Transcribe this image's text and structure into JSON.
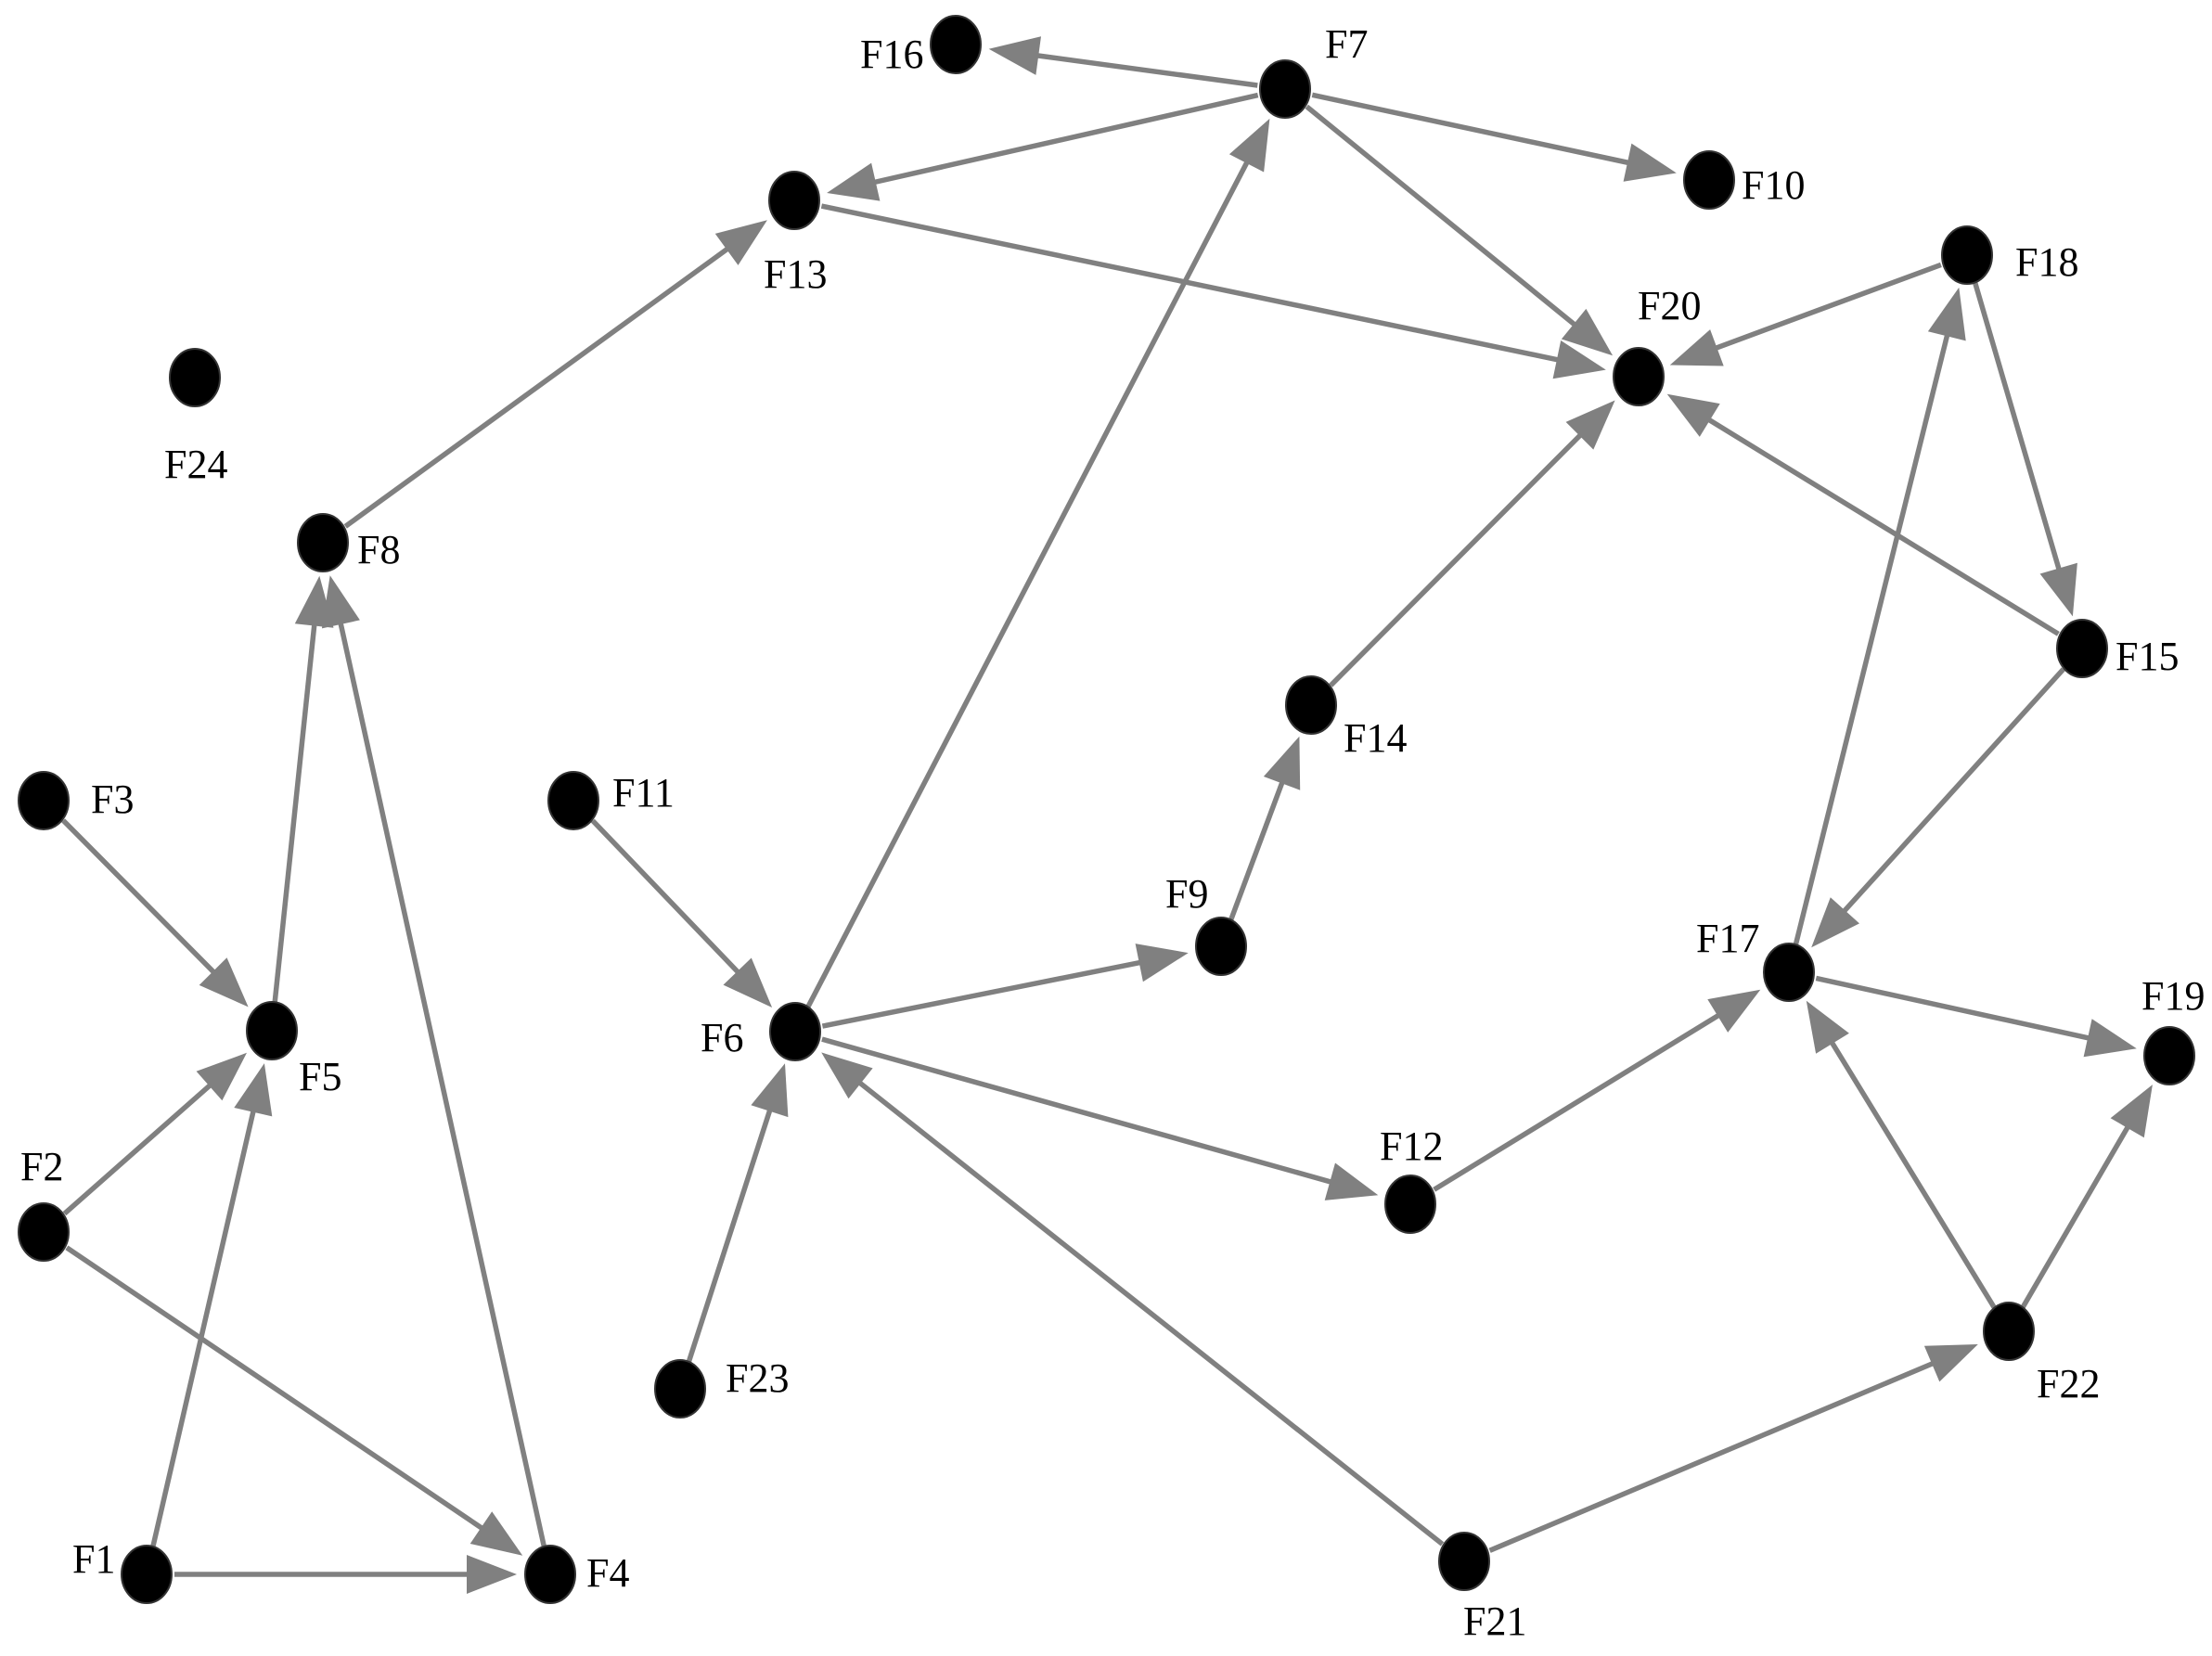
{
  "colors": {
    "edge": "#808080",
    "node": "#000000",
    "background": "#ffffff"
  },
  "nodes": [
    {
      "id": "F1",
      "label": "F1"
    },
    {
      "id": "F2",
      "label": "F2"
    },
    {
      "id": "F3",
      "label": "F3"
    },
    {
      "id": "F4",
      "label": "F4"
    },
    {
      "id": "F5",
      "label": "F5"
    },
    {
      "id": "F6",
      "label": "F6"
    },
    {
      "id": "F7",
      "label": "F7"
    },
    {
      "id": "F8",
      "label": "F8"
    },
    {
      "id": "F9",
      "label": "F9"
    },
    {
      "id": "F10",
      "label": "F10"
    },
    {
      "id": "F11",
      "label": "F11"
    },
    {
      "id": "F12",
      "label": "F12"
    },
    {
      "id": "F13",
      "label": "F13"
    },
    {
      "id": "F14",
      "label": "F14"
    },
    {
      "id": "F15",
      "label": "F15"
    },
    {
      "id": "F16",
      "label": "F16"
    },
    {
      "id": "F17",
      "label": "F17"
    },
    {
      "id": "F18",
      "label": "F18"
    },
    {
      "id": "F19",
      "label": "F19"
    },
    {
      "id": "F20",
      "label": "F20"
    },
    {
      "id": "F21",
      "label": "F21"
    },
    {
      "id": "F22",
      "label": "F22"
    },
    {
      "id": "F23",
      "label": "F23"
    },
    {
      "id": "F24",
      "label": "F24"
    }
  ],
  "edges": [
    {
      "from": "F1",
      "to": "F5"
    },
    {
      "from": "F1",
      "to": "F4"
    },
    {
      "from": "F2",
      "to": "F5"
    },
    {
      "from": "F2",
      "to": "F4"
    },
    {
      "from": "F3",
      "to": "F5"
    },
    {
      "from": "F4",
      "to": "F8"
    },
    {
      "from": "F5",
      "to": "F8"
    },
    {
      "from": "F8",
      "to": "F13"
    },
    {
      "from": "F7",
      "to": "F16"
    },
    {
      "from": "F7",
      "to": "F13"
    },
    {
      "from": "F7",
      "to": "F10"
    },
    {
      "from": "F7",
      "to": "F20"
    },
    {
      "from": "F13",
      "to": "F20"
    },
    {
      "from": "F11",
      "to": "F6"
    },
    {
      "from": "F23",
      "to": "F6"
    },
    {
      "from": "F21",
      "to": "F6"
    },
    {
      "from": "F6",
      "to": "F7"
    },
    {
      "from": "F6",
      "to": "F9"
    },
    {
      "from": "F6",
      "to": "F12"
    },
    {
      "from": "F9",
      "to": "F14"
    },
    {
      "from": "F14",
      "to": "F20"
    },
    {
      "from": "F18",
      "to": "F20"
    },
    {
      "from": "F15",
      "to": "F20"
    },
    {
      "from": "F18",
      "to": "F15"
    },
    {
      "from": "F15",
      "to": "F17"
    },
    {
      "from": "F17",
      "to": "F18"
    },
    {
      "from": "F12",
      "to": "F17"
    },
    {
      "from": "F22",
      "to": "F17"
    },
    {
      "from": "F17",
      "to": "F19"
    },
    {
      "from": "F22",
      "to": "F19"
    },
    {
      "from": "F21",
      "to": "F22"
    }
  ]
}
